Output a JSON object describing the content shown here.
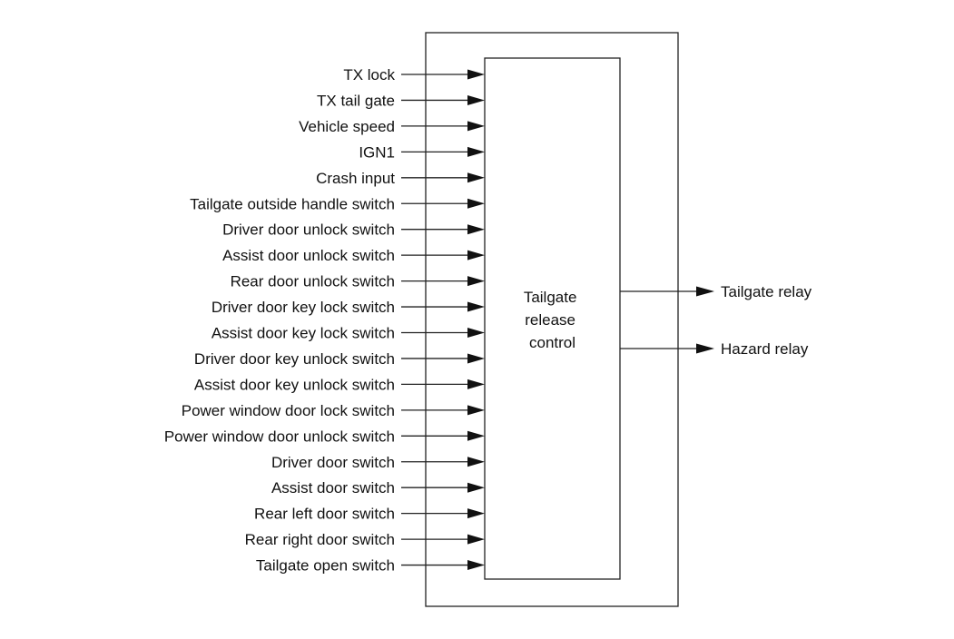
{
  "diagram": {
    "inputs": [
      "TX lock",
      "TX tail gate",
      "Vehicle speed",
      "IGN1",
      "Crash input",
      "Tailgate outside handle switch",
      "Driver door unlock switch",
      "Assist door unlock switch",
      "Rear door unlock switch",
      "Driver door key lock switch",
      "Assist door key lock switch",
      "Driver door key unlock switch",
      "Assist door key unlock switch",
      "Power window door lock switch",
      "Power window door unlock switch",
      "Driver door switch",
      "Assist door switch",
      "Rear left door switch",
      "Rear right door switch",
      "Tailgate open switch"
    ],
    "center_lines": [
      "Tailgate",
      "release",
      "control"
    ],
    "outputs": [
      "Tailgate relay",
      "Hazard relay"
    ]
  }
}
